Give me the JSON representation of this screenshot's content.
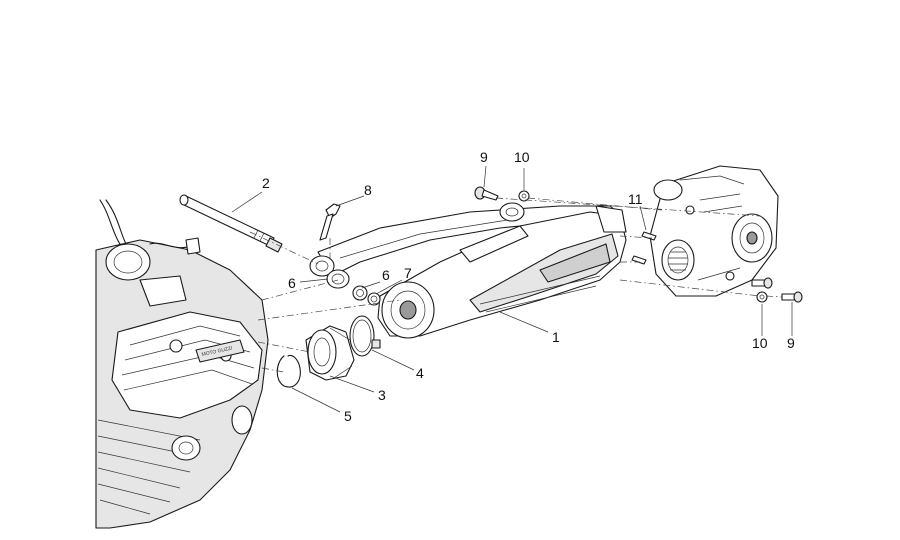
{
  "labels": {
    "p1": "1",
    "p2": "2",
    "p3": "3",
    "p4": "4",
    "p5": "5",
    "p6a": "6",
    "p6b": "6",
    "p7": "7",
    "p8": "8",
    "p9a": "9",
    "p9b": "9",
    "p10a": "10",
    "p10b": "10",
    "p11": "11"
  },
  "engine_stamp": "MOTO GUZZI"
}
